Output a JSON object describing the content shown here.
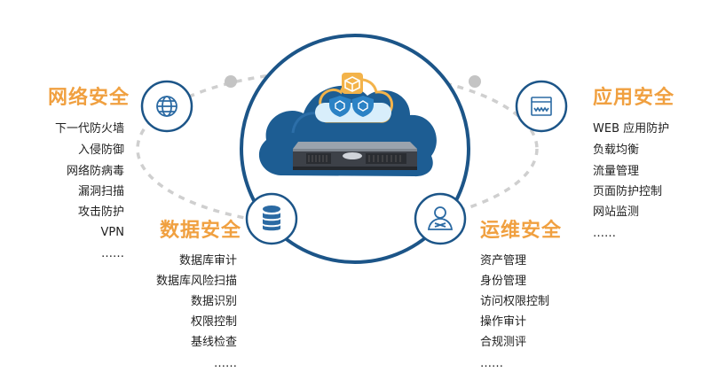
{
  "sections": {
    "network": {
      "title": "网络安全",
      "icon": "globe-icon",
      "items": [
        "下一代防火墙",
        "入侵防御",
        "网络防病毒",
        "漏洞扫描",
        "攻击防护",
        "VPN",
        "……"
      ]
    },
    "data": {
      "title": "数据安全",
      "icon": "database-icon",
      "items": [
        "数据库审计",
        "数据库风险扫描",
        "数据识别",
        "权限控制",
        "基线检查",
        "……"
      ]
    },
    "ops": {
      "title": "运维安全",
      "icon": "user-wrench-icon",
      "items": [
        "资产管理",
        "身份管理",
        "访问权限控制",
        "操作审计",
        "合规测评",
        "……"
      ]
    },
    "app": {
      "title": "应用安全",
      "icon": "browser-window-icon",
      "items": [
        "WEB 应用防护",
        "负载均衡",
        "流量管理",
        "页面防护控制",
        "网站监测",
        "……"
      ]
    }
  },
  "colors": {
    "accent": "#f0a040",
    "cloud": "#1d5d93",
    "ring": "#1c5588",
    "icon": "#2b6aa3",
    "dashed": "#c8c8c8"
  }
}
